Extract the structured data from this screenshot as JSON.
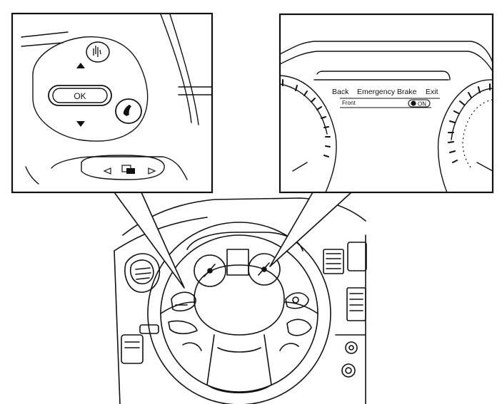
{
  "callout_left": {
    "ok_label": "OK",
    "voice_icon": "voice-command-icon",
    "phone_icon": "phone-icon",
    "up_icon": "triangle-up-icon",
    "down_icon": "triangle-down-icon",
    "left_icon": "triangle-left-outline-icon",
    "right_icon": "triangle-right-outline-icon",
    "display_icon": "display-switch-icon"
  },
  "callout_right": {
    "back_label": "Back",
    "title": "Emergency Brake",
    "exit_label": "Exit",
    "item_label": "Front",
    "toggle_label": "ON",
    "toggle_state": "on"
  },
  "colors": {
    "line": "#111111",
    "background": "#ffffff"
  }
}
